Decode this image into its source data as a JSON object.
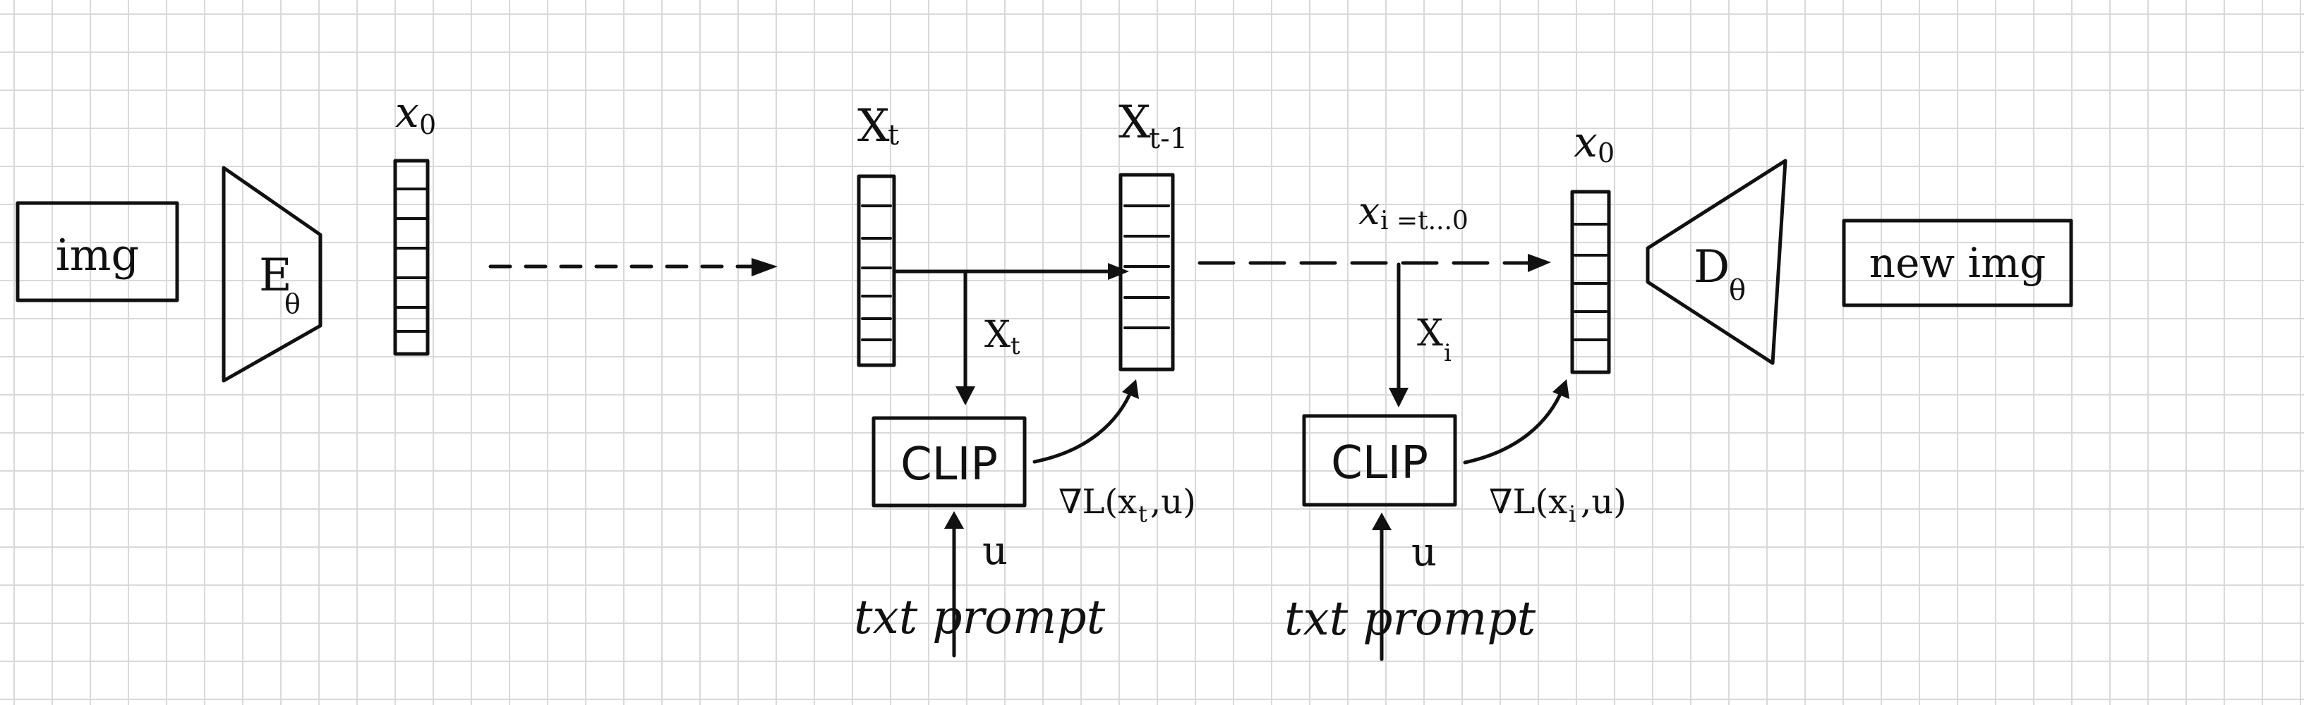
{
  "colors": {
    "background": "#ffffff",
    "grid": "#d9d9d9",
    "ink": "#111111"
  },
  "input": {
    "label": "img"
  },
  "encoder": {
    "symbol": "E",
    "subscript": "θ"
  },
  "latent_x0_top": {
    "symbol": "x",
    "subscript": "0"
  },
  "latent_xt": {
    "symbol": "X",
    "subscript": "t"
  },
  "latent_xt1": {
    "symbol": "X",
    "subscript": "t-1"
  },
  "latent_x0_end": {
    "symbol": "x",
    "subscript": "0"
  },
  "loop_label": "x",
  "loop_label_sub": "i =t...0",
  "arrow_xt": {
    "symbol": "X",
    "subscript": "t"
  },
  "arrow_xi": {
    "symbol": "X",
    "subscript": "i"
  },
  "clip1": {
    "label": "CLIP",
    "grad": "∇L(x",
    "grad_sub": "t",
    "grad_tail": ",u)",
    "u": "u",
    "prompt": "txt prompt"
  },
  "clip2": {
    "label": "CLIP",
    "grad": "∇L(x",
    "grad_sub": "i",
    "grad_tail": ",u)",
    "u": "u",
    "prompt": "txt prompt"
  },
  "decoder": {
    "symbol": "D",
    "subscript": "θ"
  },
  "output": {
    "label": "new img"
  }
}
